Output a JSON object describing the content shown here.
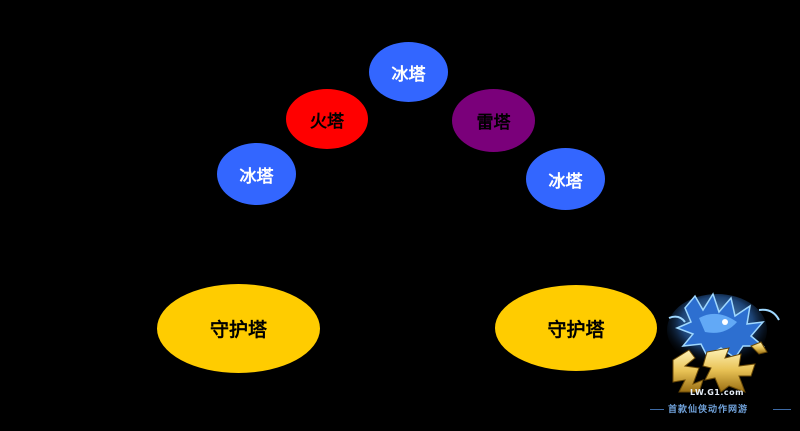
{
  "colors": {
    "background": "#000000",
    "ice": "#3366ff",
    "fire": "#ff0000",
    "thunder": "#7a007a",
    "guard": "#ffcc00",
    "dark_text": "#000000",
    "light_text": "#ffffff",
    "logo_gold": "#e8c255",
    "logo_blue": "#3c8fe0"
  },
  "towers": {
    "ice_top": {
      "label": "冰塔",
      "type": "ice"
    },
    "fire": {
      "label": "火塔",
      "type": "fire"
    },
    "thunder": {
      "label": "雷塔",
      "type": "thunder"
    },
    "ice_left": {
      "label": "冰塔",
      "type": "ice"
    },
    "ice_right": {
      "label": "冰塔",
      "type": "ice"
    },
    "guard_left": {
      "label": "守护塔",
      "type": "guard"
    },
    "guard_right": {
      "label": "守护塔",
      "type": "guard"
    }
  },
  "logo": {
    "brand_glyphs": "龙武",
    "url": "LW.G1.com",
    "tagline": "首款仙侠动作网游"
  }
}
